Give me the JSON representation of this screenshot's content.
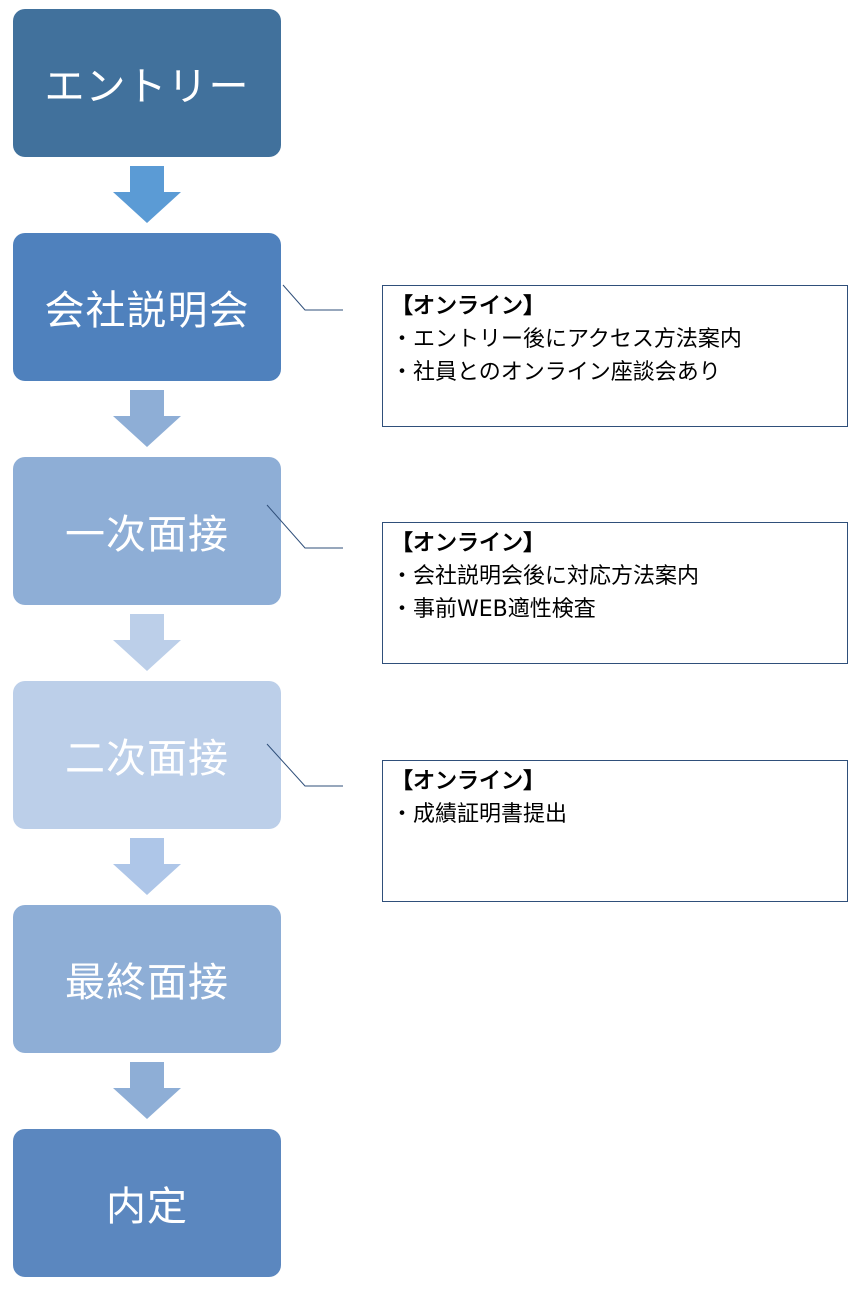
{
  "steps": [
    {
      "label": "エントリー",
      "color": "#41719c"
    },
    {
      "label": "会社説明会",
      "color": "#4f81bd"
    },
    {
      "label": "一次面接",
      "color": "#8eaed6"
    },
    {
      "label": "二次面接",
      "color": "#bccfe9"
    },
    {
      "label": "最終面接",
      "color": "#8eaed6"
    },
    {
      "label": "内定",
      "color": "#5b87bf"
    }
  ],
  "arrows": [
    {
      "color": "#5b9bd5"
    },
    {
      "color": "#8eaed6"
    },
    {
      "color": "#bccfe9"
    },
    {
      "color": "#aec6e8"
    },
    {
      "color": "#8eaed6"
    }
  ],
  "notes": [
    {
      "title": "【オンライン】",
      "lines": [
        "・エントリー後にアクセス方法案内",
        "・社員とのオンライン座談会あり"
      ]
    },
    {
      "title": "【オンライン】",
      "lines": [
        "・会社説明会後に対応方法案内",
        "・事前WEB適性検査"
      ]
    },
    {
      "title": "【オンライン】",
      "lines": [
        "・成績証明書提出"
      ]
    }
  ]
}
